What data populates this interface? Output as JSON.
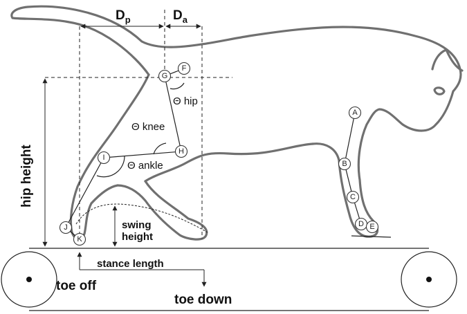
{
  "labels": {
    "d_p": "D",
    "d_p_sub": "p",
    "d_a": "D",
    "d_a_sub": "a",
    "theta_hip": "Θ hip",
    "theta_knee": "Θ knee",
    "theta_ankle": "Θ ankle",
    "hip_height": "hip height",
    "swing_height_1": "swing",
    "swing_height_2": "height",
    "stance_length": "stance length",
    "toe_off": "toe off",
    "toe_down": "toe down"
  },
  "joints": {
    "A": "A",
    "B": "B",
    "C": "C",
    "D": "D",
    "E": "E",
    "F": "F",
    "G": "G",
    "H": "H",
    "I": "I",
    "J": "J",
    "K": "K"
  }
}
